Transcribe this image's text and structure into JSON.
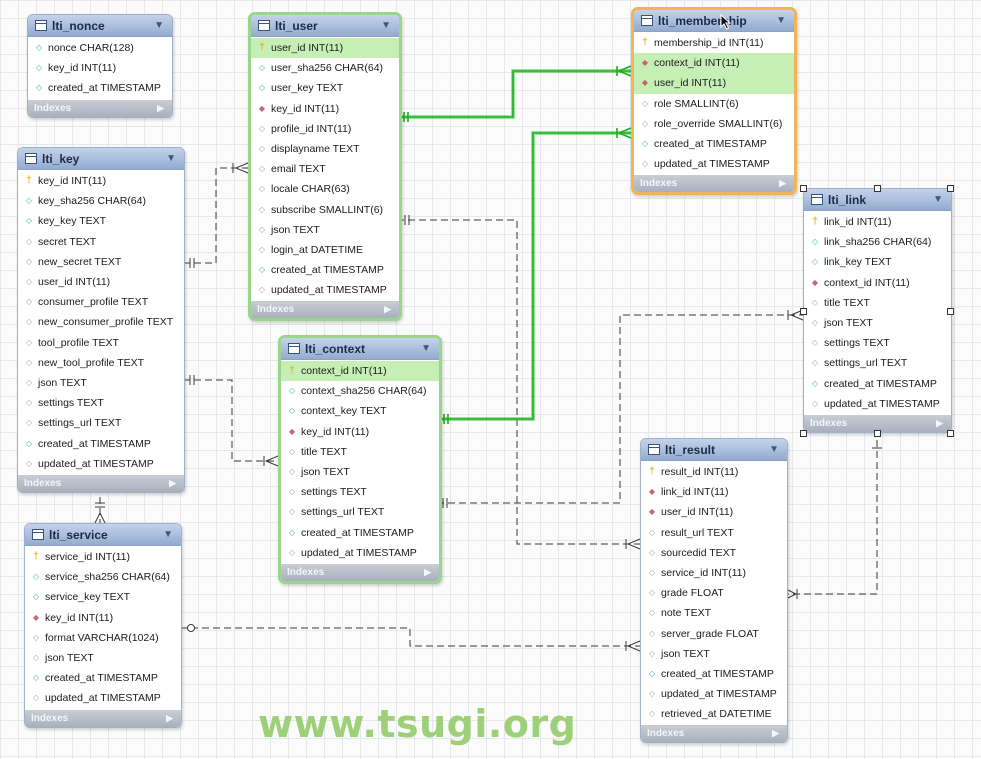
{
  "tables": [
    {
      "id": "lti_nonce",
      "name": "lti_nonce",
      "selected": null,
      "columns": [
        {
          "text": "nonce CHAR(128)",
          "icon": "nn"
        },
        {
          "text": "key_id INT(11)",
          "icon": "nn"
        },
        {
          "text": "created_at TIMESTAMP",
          "icon": "nn"
        }
      ],
      "footer": "Indexes"
    },
    {
      "id": "lti_user",
      "name": "lti_user",
      "selected": "green",
      "columns": [
        {
          "text": "user_id INT(11)",
          "icon": "pk",
          "highlight": true
        },
        {
          "text": "user_sha256 CHAR(64)",
          "icon": "nn"
        },
        {
          "text": "user_key TEXT",
          "icon": "nn"
        },
        {
          "text": "key_id INT(11)",
          "icon": "fk"
        },
        {
          "text": "profile_id INT(11)",
          "icon": "nul"
        },
        {
          "text": "displayname TEXT",
          "icon": "nul"
        },
        {
          "text": "email TEXT",
          "icon": "nul"
        },
        {
          "text": "locale CHAR(63)",
          "icon": "nul"
        },
        {
          "text": "subscribe SMALLINT(6)",
          "icon": "nul"
        },
        {
          "text": "json TEXT",
          "icon": "nul"
        },
        {
          "text": "login_at DATETIME",
          "icon": "nul"
        },
        {
          "text": "created_at TIMESTAMP",
          "icon": "nn"
        },
        {
          "text": "updated_at TIMESTAMP",
          "icon": "nul"
        }
      ],
      "footer": "Indexes"
    },
    {
      "id": "lti_membership",
      "name": "lti_membership",
      "selected": "orange",
      "columns": [
        {
          "text": "membership_id INT(11)",
          "icon": "pk"
        },
        {
          "text": "context_id INT(11)",
          "icon": "fk",
          "highlight": true
        },
        {
          "text": "user_id INT(11)",
          "icon": "fk",
          "highlight": true
        },
        {
          "text": "role SMALLINT(6)",
          "icon": "nul"
        },
        {
          "text": "role_override SMALLINT(6)",
          "icon": "nul"
        },
        {
          "text": "created_at TIMESTAMP",
          "icon": "nn"
        },
        {
          "text": "updated_at TIMESTAMP",
          "icon": "nul"
        }
      ],
      "footer": "Indexes"
    },
    {
      "id": "lti_key",
      "name": "lti_key",
      "selected": null,
      "columns": [
        {
          "text": "key_id INT(11)",
          "icon": "pk"
        },
        {
          "text": "key_sha256 CHAR(64)",
          "icon": "nn"
        },
        {
          "text": "key_key TEXT",
          "icon": "nn"
        },
        {
          "text": "secret TEXT",
          "icon": "nul"
        },
        {
          "text": "new_secret TEXT",
          "icon": "nul"
        },
        {
          "text": "user_id INT(11)",
          "icon": "nul"
        },
        {
          "text": "consumer_profile TEXT",
          "icon": "nul"
        },
        {
          "text": "new_consumer_profile TEXT",
          "icon": "nul"
        },
        {
          "text": "tool_profile TEXT",
          "icon": "nul"
        },
        {
          "text": "new_tool_profile TEXT",
          "icon": "nul"
        },
        {
          "text": "json TEXT",
          "icon": "nul"
        },
        {
          "text": "settings TEXT",
          "icon": "nul"
        },
        {
          "text": "settings_url TEXT",
          "icon": "nul"
        },
        {
          "text": "created_at TIMESTAMP",
          "icon": "nn"
        },
        {
          "text": "updated_at TIMESTAMP",
          "icon": "nul"
        }
      ],
      "footer": "Indexes"
    },
    {
      "id": "lti_link",
      "name": "lti_link",
      "selected": "handles",
      "columns": [
        {
          "text": "link_id INT(11)",
          "icon": "pk"
        },
        {
          "text": "link_sha256 CHAR(64)",
          "icon": "nn"
        },
        {
          "text": "link_key TEXT",
          "icon": "nn"
        },
        {
          "text": "context_id INT(11)",
          "icon": "fk"
        },
        {
          "text": "title TEXT",
          "icon": "nul"
        },
        {
          "text": "json TEXT",
          "icon": "nul"
        },
        {
          "text": "settings TEXT",
          "icon": "nul"
        },
        {
          "text": "settings_url TEXT",
          "icon": "nul"
        },
        {
          "text": "created_at TIMESTAMP",
          "icon": "nn"
        },
        {
          "text": "updated_at TIMESTAMP",
          "icon": "nul"
        }
      ],
      "footer": "Indexes"
    },
    {
      "id": "lti_context",
      "name": "lti_context",
      "selected": "green",
      "columns": [
        {
          "text": "context_id INT(11)",
          "icon": "pk",
          "highlight": true
        },
        {
          "text": "context_sha256 CHAR(64)",
          "icon": "nn"
        },
        {
          "text": "context_key TEXT",
          "icon": "nn"
        },
        {
          "text": "key_id INT(11)",
          "icon": "fk"
        },
        {
          "text": "title TEXT",
          "icon": "nul"
        },
        {
          "text": "json TEXT",
          "icon": "nul"
        },
        {
          "text": "settings TEXT",
          "icon": "nul"
        },
        {
          "text": "settings_url TEXT",
          "icon": "nul"
        },
        {
          "text": "created_at TIMESTAMP",
          "icon": "nn"
        },
        {
          "text": "updated_at TIMESTAMP",
          "icon": "nul"
        }
      ],
      "footer": "Indexes"
    },
    {
      "id": "lti_result",
      "name": "lti_result",
      "selected": null,
      "columns": [
        {
          "text": "result_id INT(11)",
          "icon": "pk"
        },
        {
          "text": "link_id INT(11)",
          "icon": "fk"
        },
        {
          "text": "user_id INT(11)",
          "icon": "fk"
        },
        {
          "text": "result_url TEXT",
          "icon": "nul"
        },
        {
          "text": "sourcedid TEXT",
          "icon": "nul"
        },
        {
          "text": "service_id INT(11)",
          "icon": "nul"
        },
        {
          "text": "grade FLOAT",
          "icon": "nul"
        },
        {
          "text": "note TEXT",
          "icon": "nul"
        },
        {
          "text": "server_grade FLOAT",
          "icon": "nul"
        },
        {
          "text": "json TEXT",
          "icon": "nul"
        },
        {
          "text": "created_at TIMESTAMP",
          "icon": "nn"
        },
        {
          "text": "updated_at TIMESTAMP",
          "icon": "nul"
        },
        {
          "text": "retrieved_at DATETIME",
          "icon": "nul"
        }
      ],
      "footer": "Indexes"
    },
    {
      "id": "lti_service",
      "name": "lti_service",
      "selected": null,
      "columns": [
        {
          "text": "service_id INT(11)",
          "icon": "pk"
        },
        {
          "text": "service_sha256 CHAR(64)",
          "icon": "nn"
        },
        {
          "text": "service_key TEXT",
          "icon": "nn"
        },
        {
          "text": "key_id INT(11)",
          "icon": "fk"
        },
        {
          "text": "format VARCHAR(1024)",
          "icon": "nul"
        },
        {
          "text": "json TEXT",
          "icon": "nul"
        },
        {
          "text": "created_at TIMESTAMP",
          "icon": "nn"
        },
        {
          "text": "updated_at TIMESTAMP",
          "icon": "nul"
        }
      ],
      "footer": "Indexes"
    }
  ],
  "icons": {
    "pk": "key-icon",
    "fk": "foreign-key-icon",
    "nn": "not-null-column-icon",
    "nul": "nullable-column-icon",
    "header": "table-icon",
    "menu": "chevron-down-icon"
  },
  "colors": {
    "highlight_row": "#c6efb6",
    "selection_green": "#9ad58c",
    "selection_orange": "#f1b559",
    "relationship_green": "#22c322"
  },
  "watermark": "www.tsugi.org"
}
